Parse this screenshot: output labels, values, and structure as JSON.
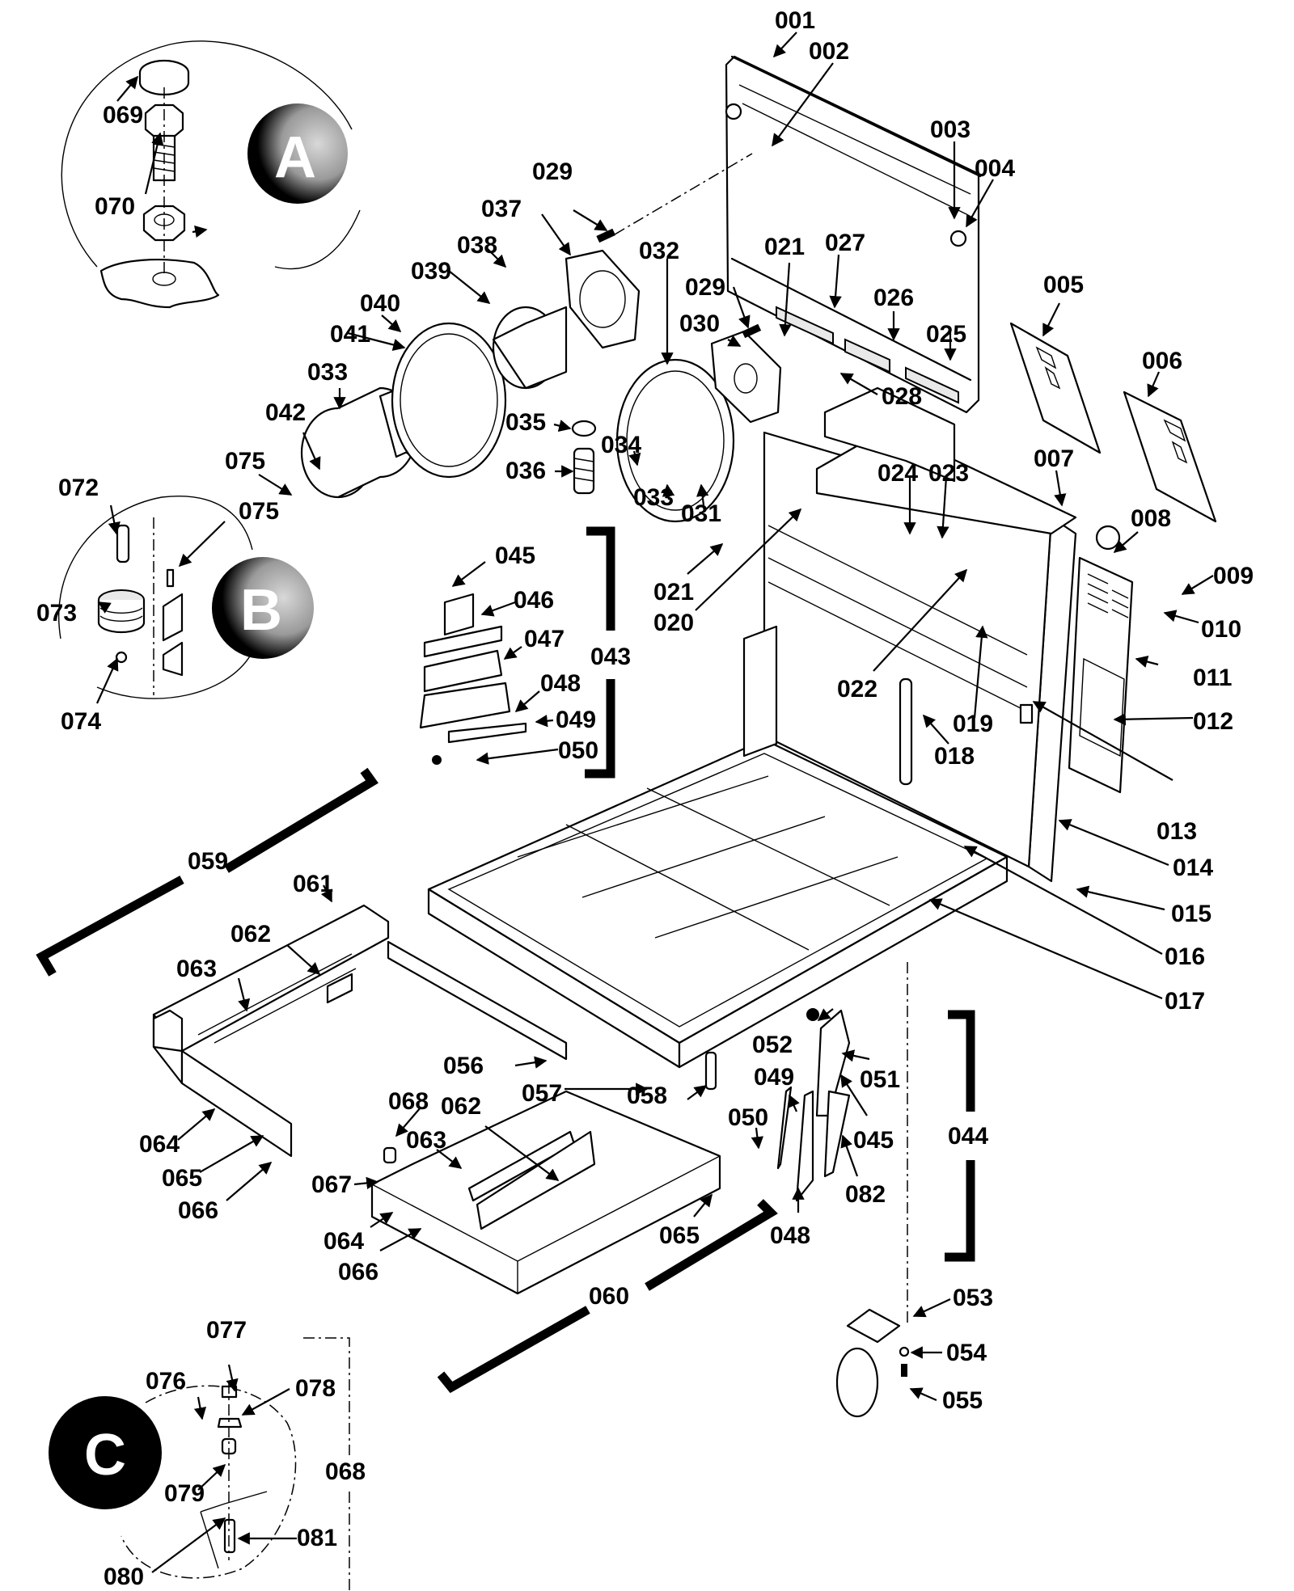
{
  "diagram": {
    "type": "exploded-parts-view",
    "detail_views": [
      {
        "id": "A",
        "label": "A",
        "parts": [
          "069",
          "070"
        ]
      },
      {
        "id": "B",
        "label": "B",
        "parts": [
          "072",
          "073",
          "074",
          "075"
        ]
      },
      {
        "id": "C",
        "label": "C",
        "parts": [
          "076",
          "077",
          "078",
          "079",
          "080",
          "081"
        ]
      }
    ],
    "detail_markers": {
      "A": "A",
      "B": "B",
      "C": "C"
    },
    "assemblies": [
      {
        "id": "043",
        "label": "043",
        "parts": [
          "045",
          "046",
          "047",
          "048",
          "049",
          "050"
        ]
      },
      {
        "id": "044",
        "label": "044",
        "parts": [
          "045",
          "048",
          "049",
          "050",
          "051",
          "052",
          "082"
        ]
      },
      {
        "id": "059",
        "label": "059",
        "parts": [
          "061",
          "062",
          "063",
          "064",
          "065",
          "066"
        ]
      },
      {
        "id": "060",
        "label": "060",
        "parts": [
          "062",
          "063",
          "064",
          "065",
          "066",
          "067",
          "068"
        ]
      },
      {
        "id": "068",
        "label": "068",
        "parts": [
          "076",
          "077",
          "078",
          "079",
          "080",
          "081"
        ]
      }
    ],
    "callouts": [
      "001",
      "002",
      "003",
      "004",
      "005",
      "006",
      "007",
      "008",
      "009",
      "010",
      "011",
      "012",
      "013",
      "014",
      "015",
      "016",
      "017",
      "018",
      "019",
      "020",
      "021",
      "022",
      "023",
      "024",
      "025",
      "026",
      "027",
      "028",
      "029",
      "030",
      "031",
      "032",
      "033",
      "034",
      "035",
      "036",
      "037",
      "038",
      "039",
      "040",
      "041",
      "042",
      "045",
      "046",
      "047",
      "048",
      "049",
      "050",
      "051",
      "052",
      "053",
      "054",
      "055",
      "056",
      "057",
      "058",
      "061",
      "062",
      "063",
      "064",
      "065",
      "066",
      "067",
      "069",
      "070",
      "072",
      "073",
      "074",
      "075",
      "076",
      "077",
      "078",
      "079",
      "080",
      "081",
      "082"
    ]
  }
}
